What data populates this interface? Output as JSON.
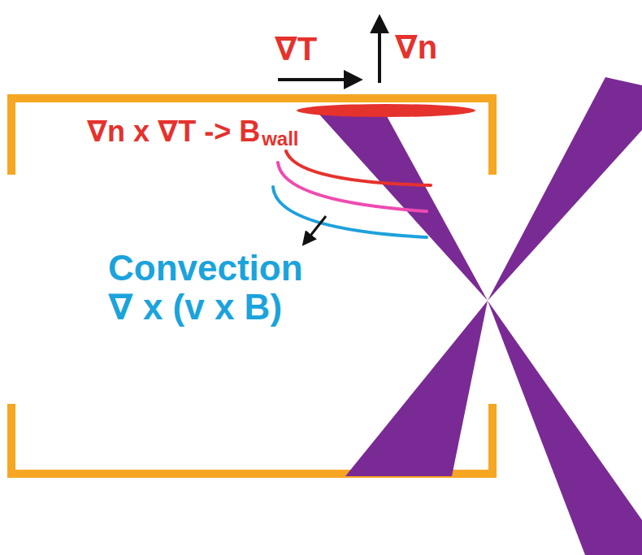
{
  "diagram": {
    "labels": [
      "∇T",
      "∇n",
      "∇n x ∇T -> B",
      "wall",
      "Convection ∇ x (v x B)"
    ]
  }
}
